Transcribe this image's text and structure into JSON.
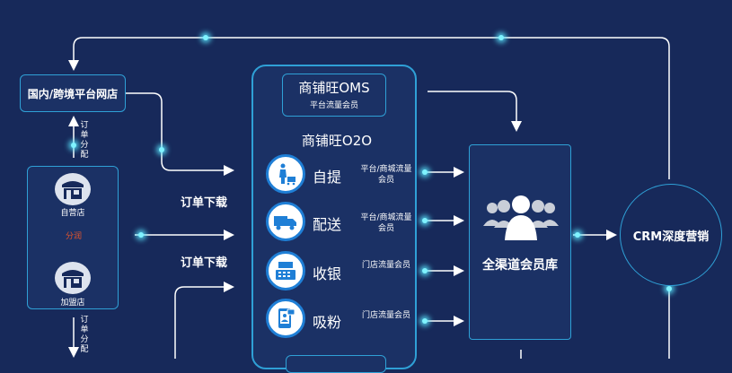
{
  "left": {
    "cross_border_store": "国内/跨境平台网店",
    "order_split_top": "订单分配",
    "own_store": "自营店",
    "split_profit": "分润",
    "franchise_store": "加盟店",
    "order_split_bottom": "订单分配"
  },
  "middle": {
    "order_download_1": "订单下载",
    "order_download_2": "订单下载",
    "oms_title": "商铺旺OMS",
    "oms_sub": "平台流量会员",
    "o2o_title": "商铺旺O2O",
    "items": [
      {
        "name": "自提",
        "sub": "平台/商城流量会员",
        "icon": "shopper-cart-icon"
      },
      {
        "name": "配送",
        "sub": "平台/商城流量会员",
        "icon": "delivery-truck-icon"
      },
      {
        "name": "收银",
        "sub": "门店流量会员",
        "icon": "cash-register-icon"
      },
      {
        "name": "吸粉",
        "sub": "门店流量会员",
        "icon": "phone-follow-icon"
      }
    ]
  },
  "right": {
    "member_library": "全渠道会员库",
    "crm": "CRM深度营销"
  },
  "colors": {
    "background": "#17295a",
    "border": "#2fa0d6",
    "accent_red": "#e8562a",
    "glow": "#7ff3ff"
  }
}
